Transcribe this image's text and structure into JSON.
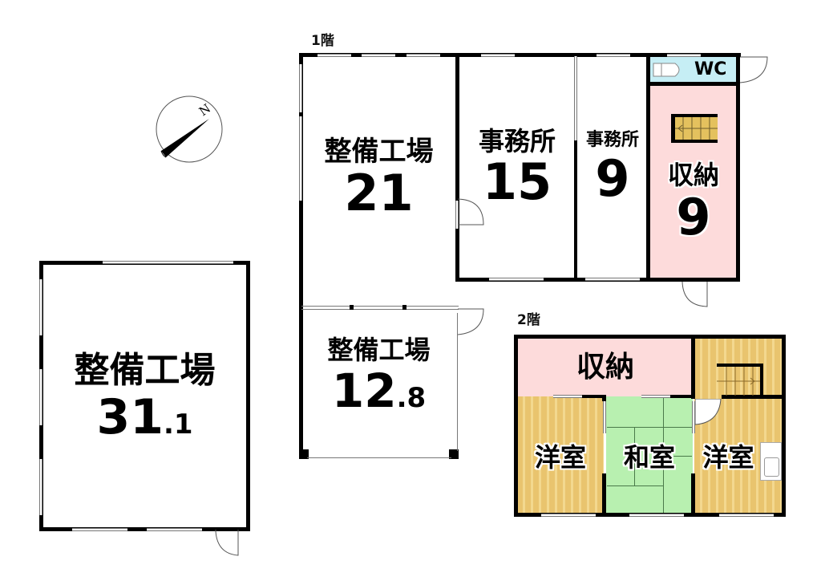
{
  "floors": {
    "first": {
      "label": "1階"
    },
    "second": {
      "label": "2階"
    }
  },
  "compass": {
    "direction_label": "N"
  },
  "separate_building": {
    "room": {
      "name": "整備工場",
      "size_int": "31",
      "size_dec": ".1"
    }
  },
  "first_floor_rooms": {
    "workshop_large": {
      "name": "整備工場",
      "size": "21"
    },
    "office_large": {
      "name": "事務所",
      "size": "15"
    },
    "office_small": {
      "name": "事務所",
      "size": "9"
    },
    "wc": {
      "name": "WC"
    },
    "storage": {
      "name": "収納",
      "size": "9"
    },
    "workshop_small": {
      "name": "整備工場",
      "size_int": "12",
      "size_dec": ".8"
    }
  },
  "second_floor_rooms": {
    "storage": {
      "name": "収納"
    },
    "western_left": {
      "name": "洋室"
    },
    "japanese": {
      "name": "和室"
    },
    "western_right": {
      "name": "洋室"
    }
  },
  "colors": {
    "storage_pink": "#fddbdb",
    "wc_cyan": "#c6eef5",
    "wood_floor": "#e9c46e",
    "tatami_green": "#b8f0b0",
    "wall": "#000000"
  }
}
